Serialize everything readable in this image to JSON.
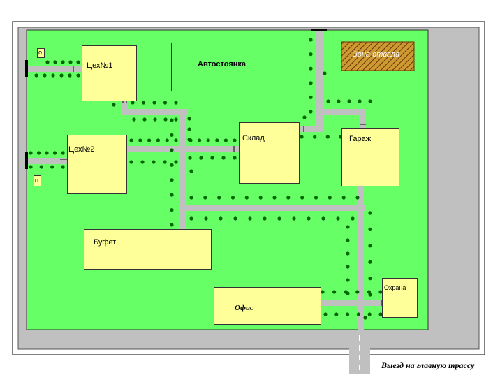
{
  "labels": {
    "workshop1": "Цех№1",
    "workshop2": "Цех№2",
    "parking": "Автостоянка",
    "warehouse": "Склад",
    "garage": "Гараж",
    "buffet": "Буфет",
    "office": "Офис",
    "guard": "Охрана",
    "dump": "Зона отвала",
    "gate_small": "о",
    "exit": "Выезд на главную трассу"
  },
  "colors": {
    "territory": "#66ff66",
    "road": "#c0c0c0",
    "building": "#ffff99",
    "tree": "#006600",
    "dump": "#996633"
  }
}
